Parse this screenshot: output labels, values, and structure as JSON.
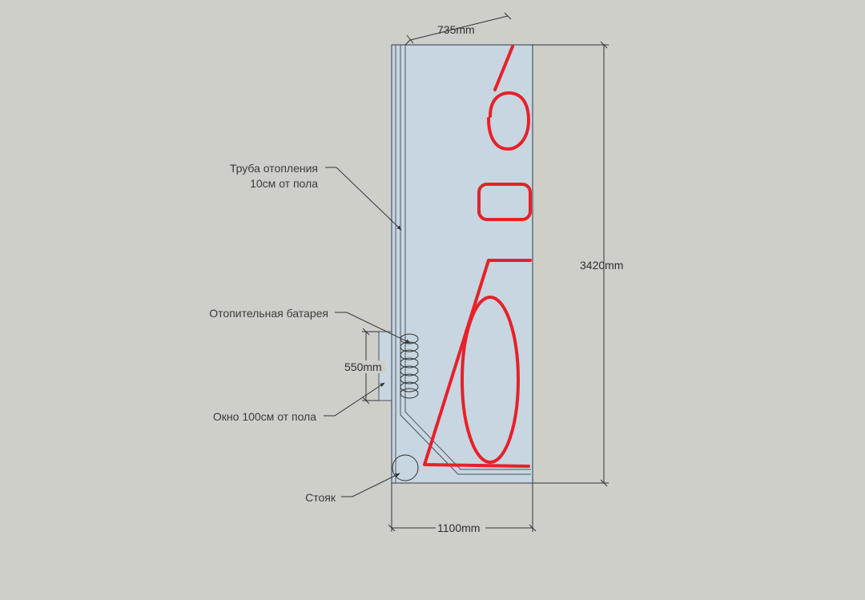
{
  "colors": {
    "background": "#cfcfca",
    "room_fill": "#c7d6e0",
    "outline": "#4a5560",
    "markup_red": "#e8202a"
  },
  "dimensions": {
    "top_width": "735mm",
    "side_length": "3420mm",
    "bottom_width": "1100mm",
    "window_width": "550mm"
  },
  "labels": {
    "heating_pipe_line1": "Труба отопления",
    "heating_pipe_line2": "10см от пола",
    "radiator": "Отопительная батарея",
    "window": "Окно 100см от пола",
    "riser": "Стояк"
  },
  "markup": {
    "red_digits": [
      "6",
      "0",
      "1",
      "0"
    ]
  }
}
